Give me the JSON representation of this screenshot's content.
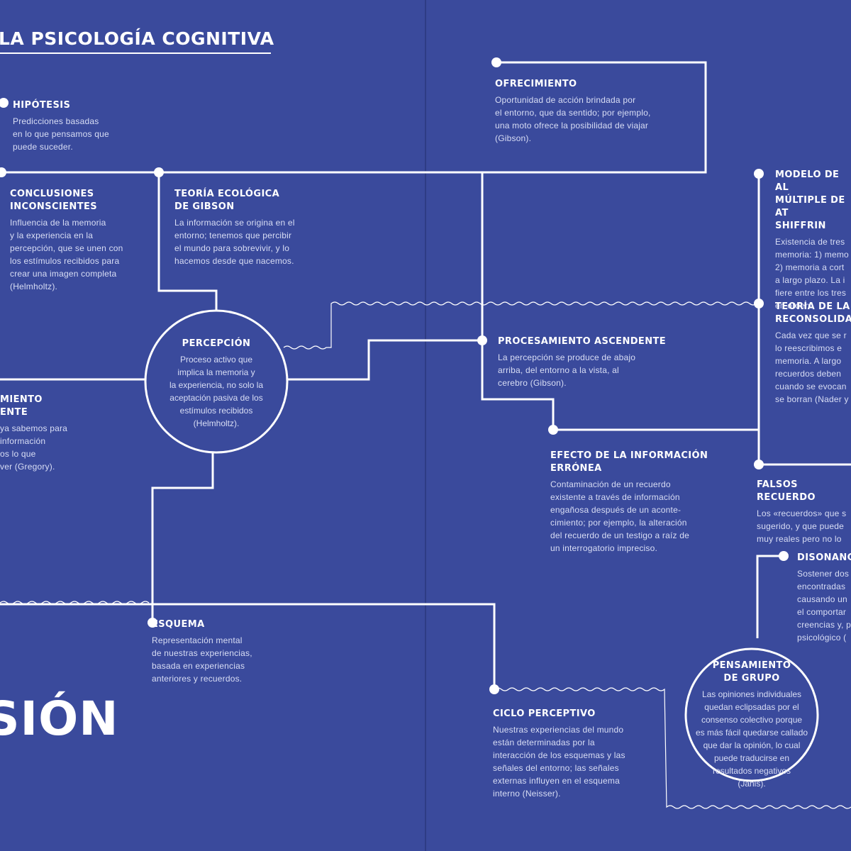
{
  "title": "LA PSICOLOGÍA COGNITIVA",
  "section_word": "SIÓN",
  "colors": {
    "background": "#3a4a9c",
    "line": "#ffffff",
    "body_text": "#d9def5"
  },
  "nodes": {
    "hipotesis": {
      "title": "HIPÓTESIS",
      "text": "Predicciones basadas\nen lo que pensamos que\npuede suceder."
    },
    "conclusiones": {
      "title": "CONCLUSIONES\nINCONSCIENTES",
      "text": "Influencia de la memoria\ny la experiencia en la\npercepción, que se unen con\nlos estímulos recibidos para\ncrear una imagen completa\n(Helmholtz)."
    },
    "teoria_ecologica": {
      "title": "TEORÍA ECOLÓGICA\nDE GIBSON",
      "text": "La información se origina en el\nentorno; tenemos que percibir\nel mundo para sobrevivir, y lo\nhacemos desde que nacemos."
    },
    "percepcion": {
      "title": "PERCEPCIÓN",
      "text": "Proceso activo que\nimplica la memoria y\nla experiencia, no solo la\naceptación pasiva de los\nestímulos recibidos\n(Helmholtz)."
    },
    "procesamiento_desc": {
      "title": "MIENTO\nENTE",
      "text": "ya sabemos para\ninformación\nos lo que\nver (Gregory)."
    },
    "esquema": {
      "title": "ESQUEMA",
      "text": "Representación mental\nde nuestras experiencias,\nbasada en experiencias\nanteriores y recuerdos."
    },
    "ofrecimiento": {
      "title": "OFRECIMIENTO",
      "text": "Oportunidad de acción brindada por\nel entorno, que da sentido; por ejemplo,\nuna moto ofrece la posibilidad de viajar\n(Gibson)."
    },
    "procesamiento_asc": {
      "title": "PROCESAMIENTO ASCENDENTE",
      "text": "La percepción se produce de abajo\narriba, del entorno a la vista, al\ncerebro (Gibson)."
    },
    "efecto": {
      "title": "EFECTO DE LA INFORMACIÓN\nERRÓNEA",
      "text": "Contaminación de un recuerdo\nexistente a través de información\nengañosa después de un aconte-\ncimiento; por ejemplo, la alteración\ndel recuerdo de un testigo a raíz de\nun interrogatorio impreciso."
    },
    "modelo": {
      "title": "MODELO DE AL\nMÚLTIPLE DE AT\nSHIFFRIN",
      "text": "Existencia de tres\nmemoria: 1) memo\n2) memoria a cort\na largo plazo. La i\nfiere entre los tres\nen orden."
    },
    "reconsolidacion": {
      "title": "TEORÍA DE LA\nRECONSOLIDA",
      "text": "Cada vez que se r\nlo reescribimos e\nmemoria. A largo\nrecuerdos deben\ncuando se evocan\nse borran (Nader y"
    },
    "falsos": {
      "title": "FALSOS RECUERDO",
      "text": "Los «recuerdos» que s\nsugerido, y que puede\nmuy reales pero no lo"
    },
    "disonancia": {
      "title": "DISONANC",
      "text": "Sostener dos\nencontradas\ncausando un\nel comportar\ncreencias y, p\npsicológico ("
    },
    "ciclo": {
      "title": "CICLO PERCEPTIVO",
      "text": "Nuestras experiencias del mundo\nestán determinadas por la\ninteracción de los esquemas y las\nseñales del entorno; las señales\nexternas influyen en el esquema\ninterno (Neisser)."
    },
    "pensamiento": {
      "title": "PENSAMIENTO\nDE GRUPO",
      "text": "Las opiniones individuales\nquedan eclipsadas por el\nconsenso colectivo porque\nes más fácil quedarse callado\nque dar la opinión, lo cual\npuede traducirse en\nresultados negativos\n(Janis)."
    }
  }
}
